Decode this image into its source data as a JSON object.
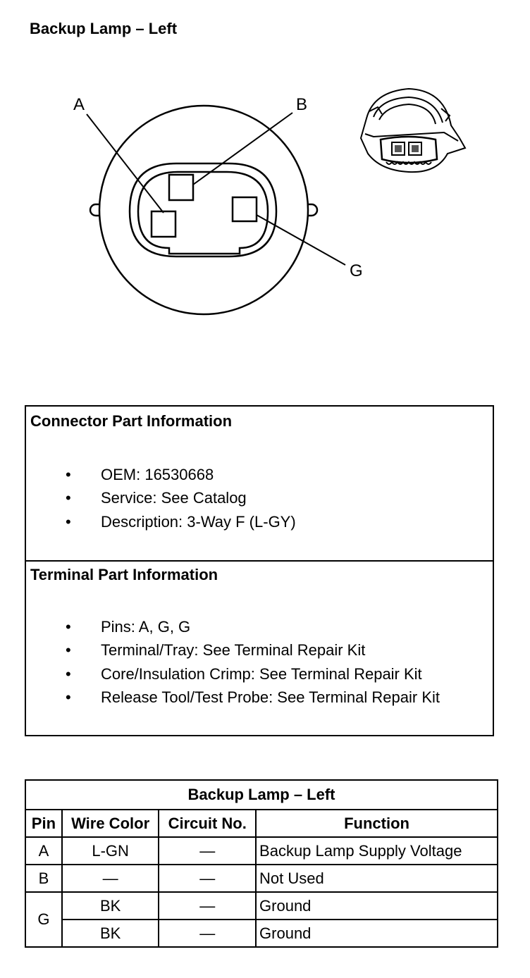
{
  "title": "Backup Lamp – Left",
  "diagram": {
    "labels": [
      "A",
      "B",
      "G"
    ]
  },
  "connector_info": {
    "heading": "Connector Part Information",
    "items": [
      "OEM: 16530668",
      "Service: See Catalog",
      "Description: 3-Way F (L-GY)"
    ]
  },
  "terminal_info": {
    "heading": "Terminal Part Information",
    "items": [
      "Pins: A, G, G",
      "Terminal/Tray: See Terminal Repair Kit",
      "Core/Insulation Crimp: See Terminal Repair Kit",
      "Release Tool/Test Probe: See Terminal Repair Kit"
    ]
  },
  "pin_table": {
    "caption": "Backup Lamp – Left",
    "headers": [
      "Pin",
      "Wire Color",
      "Circuit No.",
      "Function"
    ],
    "rows": [
      {
        "pin": "A",
        "wire": "L-GN",
        "circuit": "—",
        "function": "Backup Lamp Supply Voltage"
      },
      {
        "pin": "B",
        "wire": "—",
        "circuit": "—",
        "function": "Not Used"
      },
      {
        "pin": "G",
        "wire": "BK",
        "circuit": "—",
        "function": "Ground"
      },
      {
        "pin": "",
        "wire": "BK",
        "circuit": "—",
        "function": "Ground"
      }
    ]
  }
}
